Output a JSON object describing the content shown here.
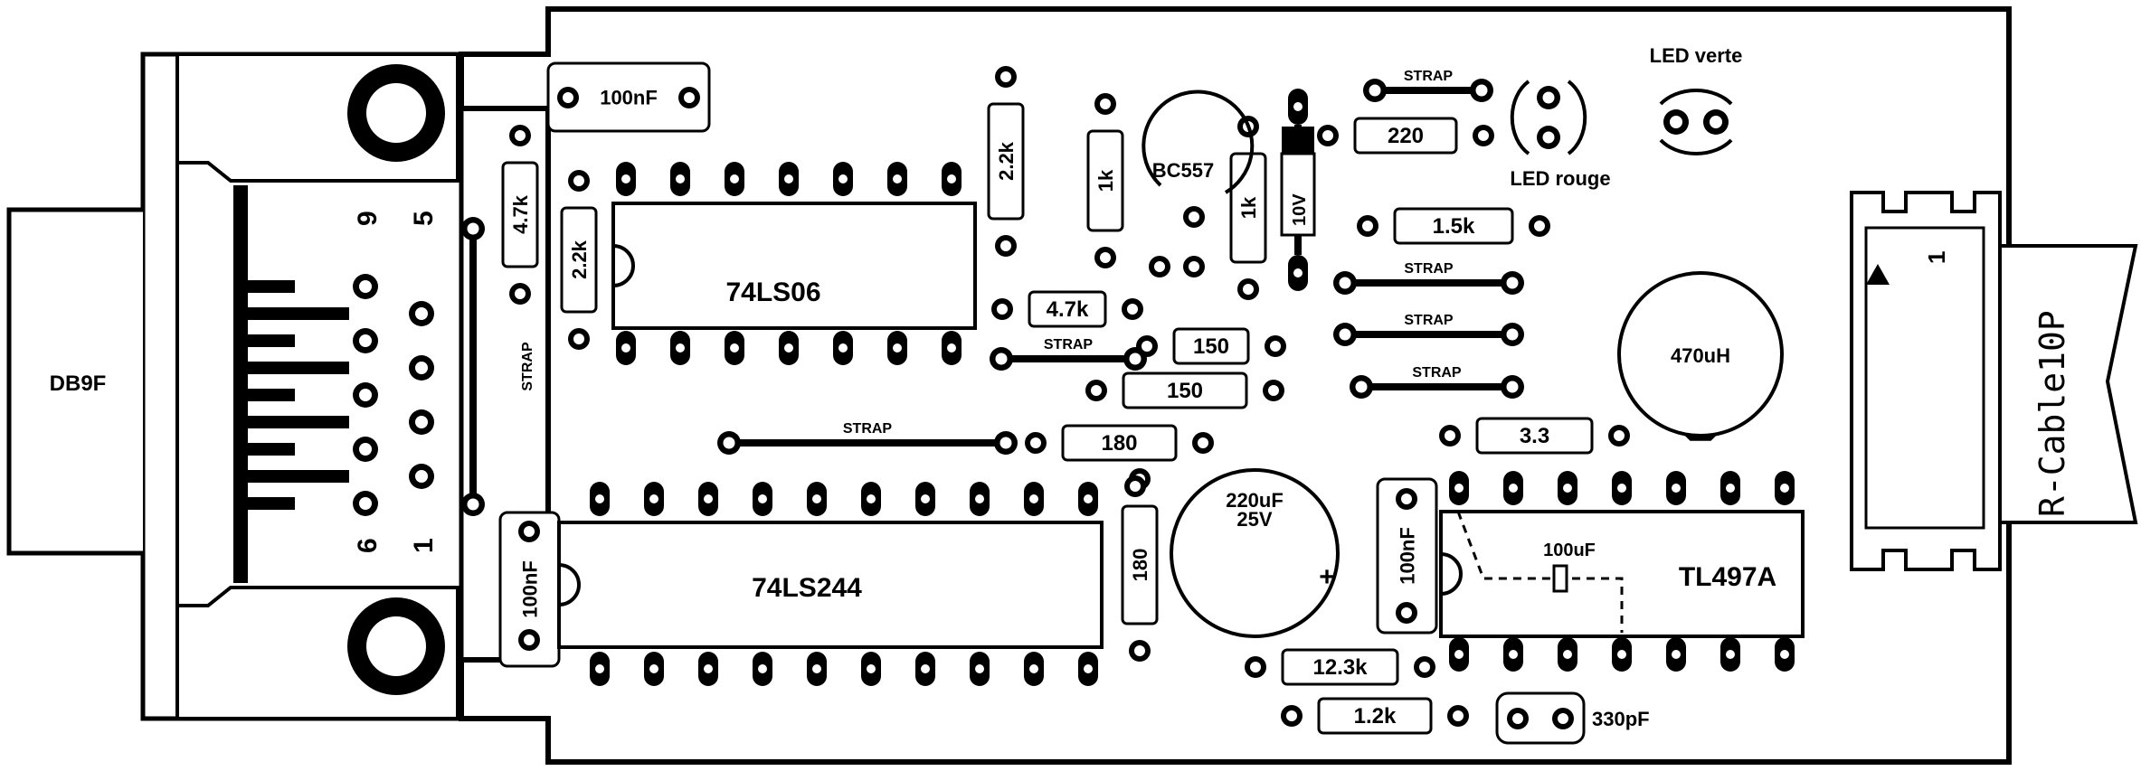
{
  "connector_left": {
    "label": "DB9F",
    "pin_labels": [
      "9",
      "5",
      "6",
      "1"
    ]
  },
  "connector_right": {
    "label": "R-Cable10P",
    "pin1": "1"
  },
  "ics": {
    "u1": "74LS06",
    "u2": "74LS244",
    "u3": "TL497A",
    "transistor": "BC557"
  },
  "resistors": {
    "r_47k_v": "4.7k",
    "r_22k_v1": "2.2k",
    "r_22k_v2": "2.2k",
    "r_1k_a": "1k",
    "r_1k_b": "1k",
    "r_47k_h": "4.7k",
    "r_150_a": "150",
    "r_150_b": "150",
    "r_180_h": "180",
    "r_180_v": "180",
    "r_220": "220",
    "r_15k": "1.5k",
    "r_33": "3.3",
    "r_123k": "12.3k",
    "r_12k": "1.2k"
  },
  "capacitors": {
    "c1": "100nF",
    "c2": "100nF",
    "c3": "100nF",
    "c_elec_value": "220uF",
    "c_elec_voltage": "25V",
    "c_elec_plus": "+",
    "c_tl": "100uF",
    "c_330": "330pF"
  },
  "misc": {
    "zener": "10V",
    "inductor": "470uH",
    "led_green": "LED verte",
    "led_red": "LED rouge"
  },
  "straps": {
    "label": "STRAP"
  }
}
